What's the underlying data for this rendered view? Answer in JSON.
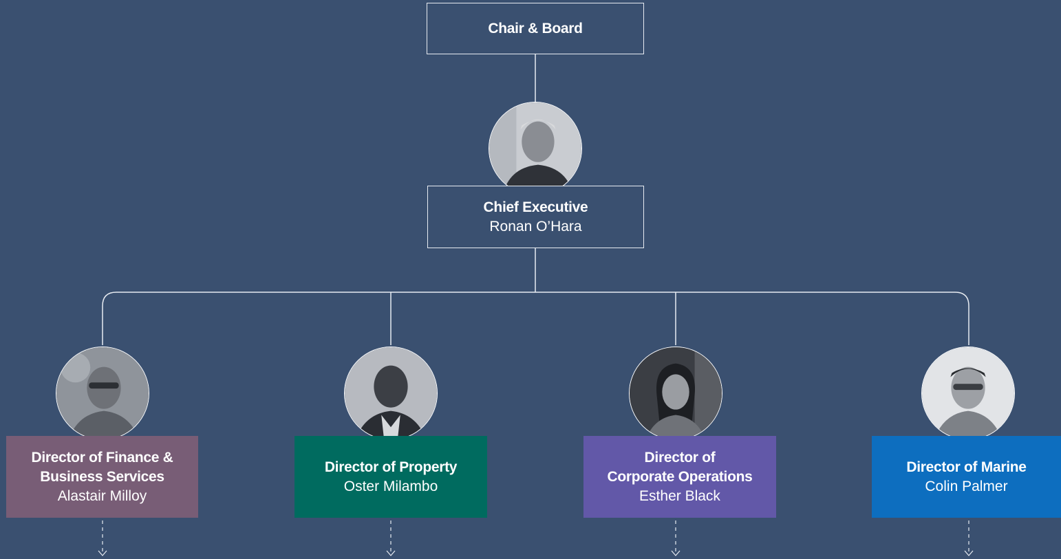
{
  "chair": {
    "title": "Chair & Board"
  },
  "ceo": {
    "title": "Chief Executive",
    "name": "Ronan O’Hara"
  },
  "directors": [
    {
      "title_line1": "Director of Finance &",
      "title_line2": "Business Services",
      "name": "Alastair Milloy",
      "color": "#785d76"
    },
    {
      "title_line1": "Director of Property",
      "name": "Oster Milambo",
      "color": "#006b5f"
    },
    {
      "title_line1": "Director of",
      "title_line2": "Corporate Operations",
      "name": "Esther Black",
      "color": "#6258a8"
    },
    {
      "title_line1": "Director of Marine",
      "name": "Colin Palmer",
      "color": "#0d6ebf"
    }
  ],
  "colors": {
    "background": "#3a5070",
    "line": "#e8ecf2"
  }
}
